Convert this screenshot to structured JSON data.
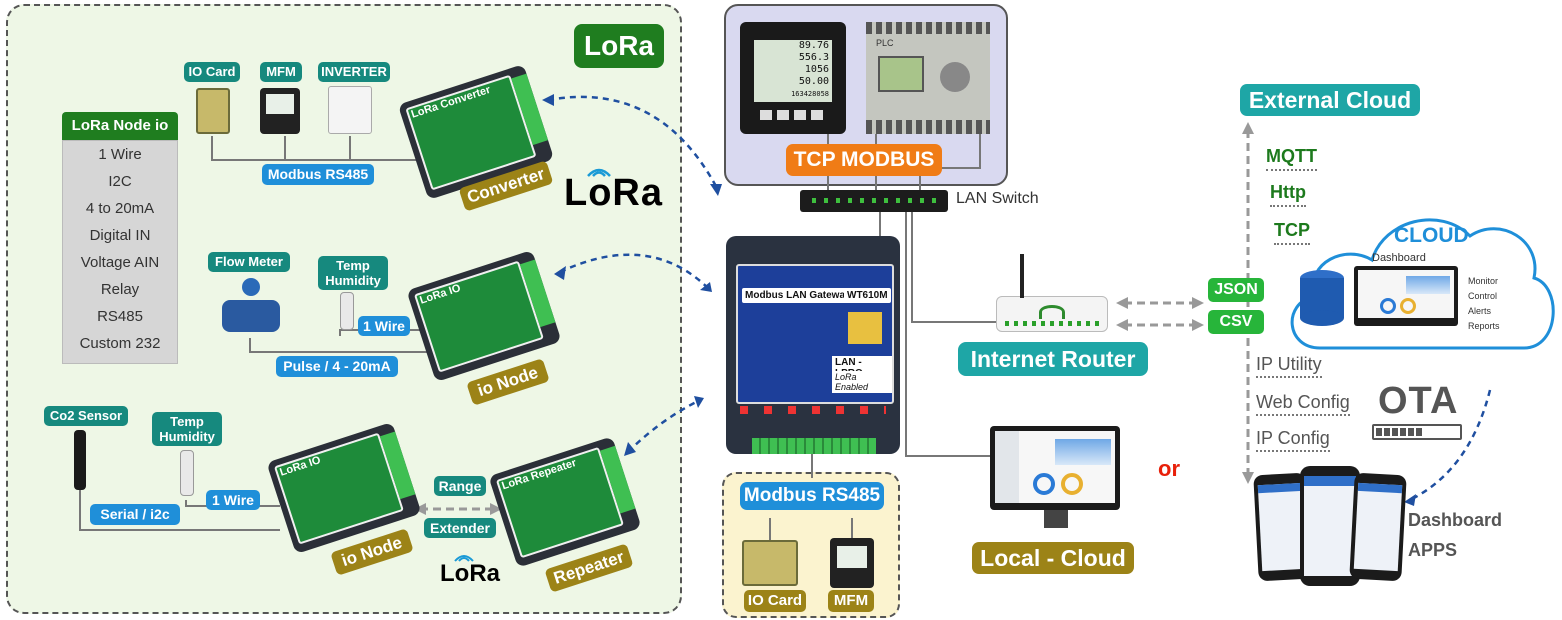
{
  "lora": {
    "badge": "LoRa",
    "logo_text": "LoRa",
    "small_logo_text": "LoRa",
    "node_io_title": "LoRa Node io",
    "node_io_items": [
      "1 Wire",
      "I2C",
      "4 to 20mA",
      "Digital IN",
      "Voltage AIN",
      "Relay",
      "RS485",
      "Custom 232"
    ],
    "io_card": "IO Card",
    "mfm": "MFM",
    "inverter": "INVERTER",
    "modbus_rs485": "Modbus RS485",
    "converter": "Converter",
    "converter_device": "LoRa Converter",
    "flow_meter": "Flow Meter",
    "temp_humidity_1": "Temp\nHumidity",
    "one_wire_1": "1 Wire",
    "pulse": "Pulse / 4 - 20mA",
    "io_node_1": "io Node",
    "lora_io_device_1": "LoRa IO",
    "co2_sensor": "Co2 Sensor",
    "temp_humidity_2": "Temp\nHumidity",
    "one_wire_2": "1 Wire",
    "serial_i2c": "Serial / i2c",
    "range": "Range",
    "extender": "Extender",
    "io_node_2": "io Node",
    "lora_io_device_2": "LoRa IO",
    "repeater": "Repeater",
    "repeater_device": "LoRa Repeater"
  },
  "center": {
    "tcp_modbus": "TCP MODBUS",
    "lan_switch": "LAN Switch",
    "gateway_title": "Modbus LAN Gateway",
    "gateway_model": "WT610M",
    "gateway_sub": "LAN - LPRO",
    "gateway_sub2": "LoRa Enabled",
    "meter_readings": [
      "89.76",
      "556.3",
      "1056",
      "50.00",
      "163428058"
    ],
    "plc_label": "PLC",
    "modbus_rs485": "Modbus RS485",
    "io_card": "IO Card",
    "mfm": "MFM"
  },
  "right": {
    "external_cloud": "External Cloud",
    "protocols": [
      "MQTT",
      "Http",
      "TCP"
    ],
    "cloud": "CLOUD",
    "dashboard": "Dashboard",
    "cloud_features": [
      "Monitor",
      "Control",
      "Alerts",
      "Reports"
    ],
    "json": "JSON",
    "csv": "CSV",
    "internet_router": "Internet Router",
    "ip_tools": [
      "IP Utility",
      "Web Config",
      "IP Config"
    ],
    "ota": "OTA",
    "or": "or",
    "local_cloud": "Local - Cloud",
    "dashboard_apps_1": "Dashboard",
    "dashboard_apps_2": "APPS"
  },
  "colors": {
    "teal": "#16897e",
    "blue": "#1f8fd9",
    "dark_green": "#1f7d1f",
    "green": "#27b53a",
    "gold": "#9c8317",
    "orange": "#f07c16",
    "cyan": "#1ea6a6"
  }
}
